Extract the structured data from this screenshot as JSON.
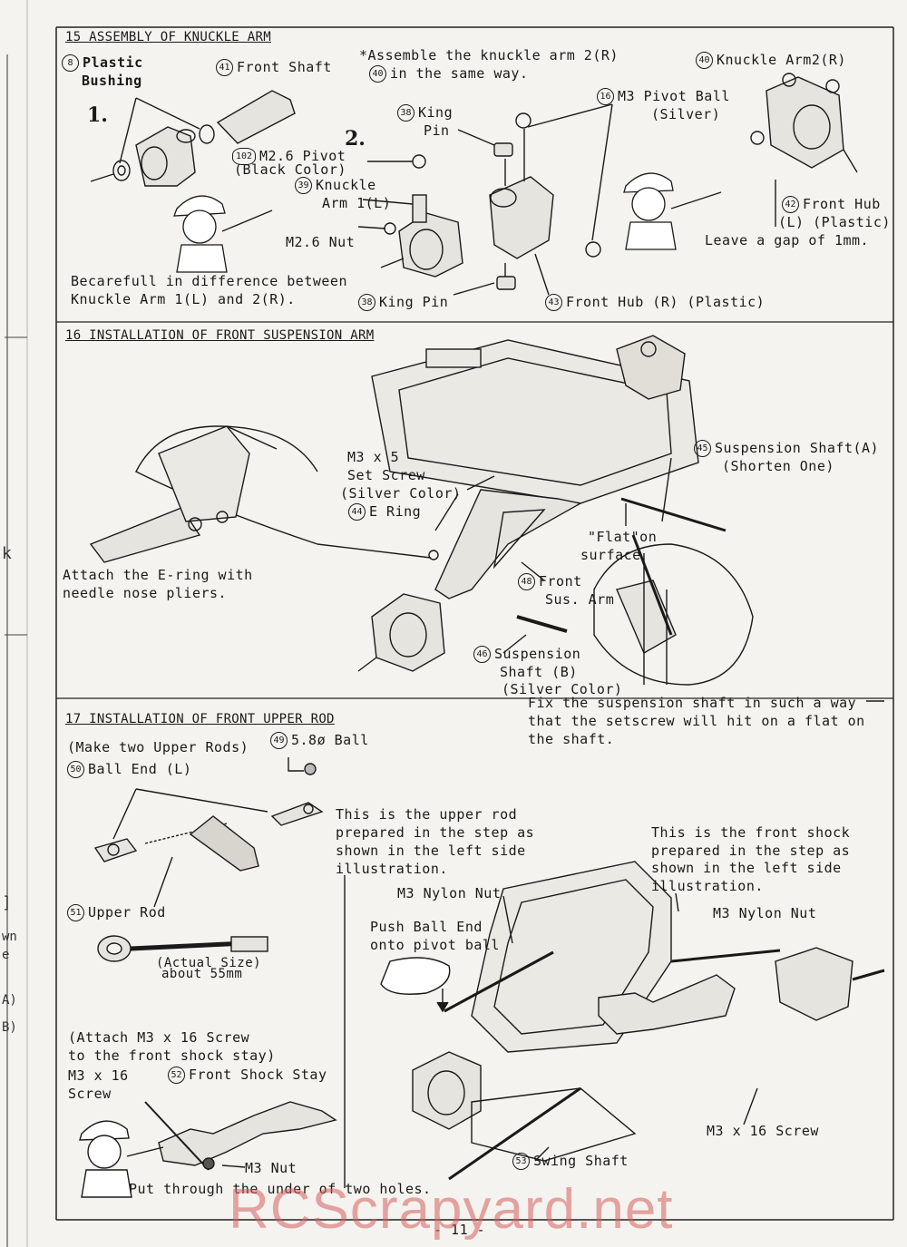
{
  "sections": {
    "s15": {
      "title": "15 ASSEMBLY OF KNUCKLE ARM",
      "step1": "1.",
      "step2": "2.",
      "labels": {
        "n8": "8",
        "plastic_bushing_1": "Plastic",
        "plastic_bushing_2": "Bushing",
        "n41": "41",
        "front_shaft": "Front Shaft",
        "assemble_note_1": "*Assemble the knuckle arm 2(R)",
        "n40a": "40",
        "assemble_note_2": "in the same way.",
        "n40b": "40",
        "knuckle_arm2": "Knuckle Arm2(R)",
        "n38a": "38",
        "king_pin_a1": "King",
        "king_pin_a2": "Pin",
        "n16": "16",
        "m3_pivot_ball": "M3 Pivot Ball",
        "silver": "(Silver)",
        "n102": "102",
        "m26_pivot": "M2.6 Pivot",
        "black_color": "(Black Color)",
        "n39": "39",
        "knuckle_arm1_1": "Knuckle",
        "knuckle_arm1_2": "Arm 1(L)",
        "m26_nut": "M2.6 Nut",
        "n42": "42",
        "front_hub_l_1": "Front Hub",
        "front_hub_l_2": "(L) (Plastic)",
        "leave_gap": "Leave a gap of 1mm.",
        "careful_1": "Becarefull in difference between",
        "careful_2": "Knuckle Arm 1(L) and 2(R).",
        "n38b": "38",
        "king_pin_b": "King Pin",
        "n43": "43",
        "front_hub_r": "Front Hub (R) (Plastic)"
      }
    },
    "s16": {
      "title": "16 INSTALLATION OF FRONT SUSPENSION ARM",
      "labels": {
        "m3x5_1": "M3 x 5",
        "m3x5_2": "Set Screw",
        "m3x5_3": "(Silver Color)",
        "n44": "44",
        "e_ring": "E Ring",
        "n45": "45",
        "susp_shaft_a": "Suspension Shaft(A)",
        "shorten_one": "(Shorten One)",
        "flat_1": "\"Flat\"on",
        "flat_2": "surface",
        "n48": "48",
        "front_sus_arm_1": "Front",
        "front_sus_arm_2": "Sus. Arm",
        "attach_1": "Attach the E-ring with",
        "attach_2": "needle nose pliers.",
        "n46": "46",
        "susp_shaft_b_1": "Suspension",
        "susp_shaft_b_2": "Shaft (B)",
        "susp_shaft_b_3": "(Silver Color)",
        "fix_1": "Fix the suspension shaft in such a way",
        "fix_2": "that the setscrew will hit on a flat on",
        "fix_3": "the shaft."
      }
    },
    "s17": {
      "title": "17 INSTALLATION OF FRONT UPPER ROD",
      "labels": {
        "make_two": "(Make two Upper Rods)",
        "n49": "49",
        "ball": "5.8ø Ball",
        "n50": "50",
        "ball_end_l": "Ball End (L)",
        "upper_rod_note_1": "This is the upper rod",
        "upper_rod_note_2": "prepared in the step as",
        "upper_rod_note_3": "shown in the left side",
        "upper_rod_note_4": "illustration.",
        "shock_note_1": "This is the front shock",
        "shock_note_2": "prepared in the step as",
        "shock_note_3": "shown in the left side",
        "shock_note_4": "illustration.",
        "m3_nylon_nut_a": "M3 Nylon Nut",
        "m3_nylon_nut_b": "M3 Nylon Nut",
        "n51": "51",
        "upper_rod": "Upper Rod",
        "push_1": "Push Ball End",
        "push_2": "onto pivot ball",
        "actual_size": "(Actual Size)",
        "about_55": "about 55mm",
        "attach_screw_1": "(Attach M3 x 16 Screw",
        "attach_screw_2": "to the front shock stay)",
        "m3x16_1": "M3 x 16",
        "m3x16_2": "Screw",
        "n52": "52",
        "front_shock_stay": "Front Shock Stay",
        "m3_nut": "M3 Nut",
        "put_through": "Put through the under of two holes.",
        "m3x16_screw": "M3 x 16 Screw",
        "n53": "53",
        "swing_shaft": "Swing Shaft"
      }
    }
  },
  "page_number": "- 11 -",
  "watermark": "RCScrapyard.net",
  "margin_marks": {
    "k": "k",
    "one": "]",
    "wn": "wn",
    "e": "e",
    "a": "A)",
    "b": "B)"
  }
}
